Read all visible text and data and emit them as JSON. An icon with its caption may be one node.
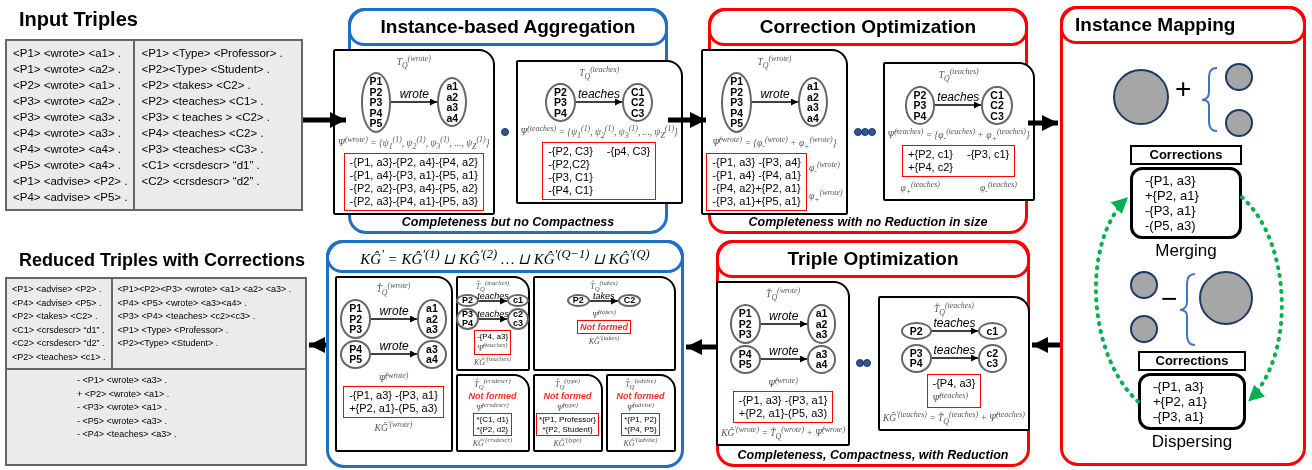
{
  "diagram": {
    "nodes": [
      {
        "text": [
          "Input Triples",
          "<P1> <wrote> <a1> .",
          "<P1> <wrote> <a2> .",
          "<P2> <wrote> <a1> .",
          "<P3> <wrote> <a2> .",
          "<P3> <wrote> <a3> .",
          "<P4> <wrote> <a3> .",
          "<P4> <wrote> <a4> .",
          "<P5> <wrote> <a4> .",
          "<P1> <advise> <P2> .",
          "<P4> <advise> <P5> .",
          "<P1> <Type> <Professor> .",
          "<P2><Type> <Student> .",
          "<P2> <takes> <C2> .",
          "<P2> <teaches> <C1> .",
          "<P3> < teaches > <C2> .",
          "<P4> <teaches> <C2> .",
          "<P3> <teaches> <C3> .",
          "<C1> <crsdescr> “d1” .",
          "<C2> <crsdescr> “d2” ."
        ]
      },
      {
        "text": [
          "Instance-based Aggregation",
          "Completeness but no Compactness"
        ]
      },
      {
        "text": [
          "T$_{Q}$$^{(wrote)}$",
          "Ψ$^{(wrote)}$ = {ψ$_{1}$$^{(1)}$, ψ$_{2}$$^{(1)}$, ψ$_{3}$$^{(1)}$, ..., ψ$_{Z}$$^{(1)}$}"
        ],
        "in": 1
      },
      {
        "text": [
          "P1",
          "P2",
          "P3",
          "P4",
          "P5"
        ],
        "in": 2
      },
      {
        "text": [
          "a1",
          "a2",
          "a3",
          "a4"
        ],
        "in": 2
      },
      {
        "text": [
          "-{P1, a3}-{P2, a4}-{P4, a2}",
          "-{P1, a4}-{P3, a1}-{P5, a1}",
          "-{P2, a2}-{P3, a4}-{P5, a2}",
          "-{P2, a3}-{P4, a1}-{P5, a3}"
        ],
        "in": 2
      },
      {
        "text": [
          "T$_{Q}$$^{(teaches)}$",
          "Ψ$^{(teaches)}$ = {ψ$_{1}$$^{(1)}$, ψ$_{2}$$^{(1)}$, ψ$_{3}$$^{(1)}$, ..., ψ$_{Z}$$^{(1)}$}"
        ],
        "in": 1
      },
      {
        "text": [
          "P2",
          "P3",
          "P4"
        ],
        "in": 6
      },
      {
        "text": [
          "C1",
          "C2",
          "C3"
        ],
        "in": 6
      },
      {
        "text": [
          "-{P2, C3}",
          "-{p4, C3}",
          "-{P2,C2}",
          "-{P3, C1}",
          "-{P4, C1}"
        ],
        "in": 6
      },
      {
        "text": [
          "Correction Optimization",
          "Completeness with no Reduction in size"
        ]
      },
      {
        "text": [
          "T$_{Q}$$^{(wrote)}$",
          "Ψ̂$^{(wrote)}$ = {φ$_{-}$$^{(wrote)}$ + φ$_{+}$$^{(wrote)}$}"
        ],
        "in": 10
      },
      {
        "text": [
          "P1",
          "P2",
          "P3",
          "P4",
          "P5"
        ],
        "in": 11
      },
      {
        "text": [
          "a1",
          "a2",
          "a3",
          "a4"
        ],
        "in": 11
      },
      {
        "text": [
          "-{P1, a3} -{P3, a4}",
          "-{P1, a4} -{P4, a1}",
          "-{P4, a2}+{P2, a1}",
          "-{P3, a1}+{P5, a1}"
        ],
        "beside": [
          "φ$_{-}$$^{(wrote)}$",
          "φ$_{+}$$^{(wrote)}$"
        ],
        "in": 11
      },
      {
        "text": [
          "T$_{Q}$$^{(teaches)}$",
          "Ψ̂$^{(teaches)}$ = {φ$_{-}$$^{(teaches)}$ + φ$_{+}$$^{(teaches)}$}"
        ],
        "in": 10
      },
      {
        "text": [
          "P2",
          "P3",
          "P4"
        ],
        "in": 15
      },
      {
        "text": [
          "C1",
          "C2",
          "C3"
        ],
        "in": 15
      },
      {
        "text": [
          "+{P2, c1}",
          "-{P3, c1}",
          "+{P4, c2}"
        ],
        "beside": [
          "φ$_{+}$$^{(teaches)}$",
          "φ$_{-}$$^{(teaches)}$"
        ],
        "in": 15
      },
      {
        "text": [
          "Instance Mapping"
        ]
      },
      {
        "text": [],
        "shape": "circle",
        "in": 19
      },
      {
        "text": [],
        "shape": "circle",
        "in": 19
      },
      {
        "text": [],
        "shape": "circle",
        "in": 19
      },
      {
        "text": [
          "Corrections",
          "-{P1, a3}",
          "+{P2, a1}",
          "-{P3, a1}",
          "-(P5, a3)"
        ],
        "beside": [
          "Merging"
        ],
        "in": 19
      },
      {
        "text": [],
        "shape": "circle",
        "in": 19
      },
      {
        "text": [],
        "shape": "circle",
        "in": 19
      },
      {
        "text": [],
        "shape": "circle",
        "in": 19
      },
      {
        "text": [
          "Corrections",
          "-{P1, a3}",
          "+{P2, a1}",
          "-{P3, a1}"
        ],
        "beside": [
          "Dispersing"
        ],
        "in": 19
      },
      {
        "text": [
          "Triple Optimization",
          "Completeness, Compactness, with Reduction"
        ]
      },
      {
        "text": [
          "T̂$_{Q}$$^{(wrote)}$",
          "Ψ̂$^{(wrote)}$",
          "KĜ$^{'(wrote)}$ = T̂$_{Q}$$^{(wrote)}$ + Ψ̂$^{(wrote)}$"
        ],
        "in": 28
      },
      {
        "text": [
          "P1",
          "P2",
          "P3"
        ],
        "in": 29
      },
      {
        "text": [
          "a1",
          "a2",
          "a3"
        ],
        "in": 29
      },
      {
        "text": [
          "P4",
          "P5"
        ],
        "in": 29
      },
      {
        "text": [
          "a3",
          "a4"
        ],
        "in": 29
      },
      {
        "text": [
          "-{P1, a3} -{P3, a1}",
          "+{P2, a1}-(P5, a3)"
        ],
        "in": 29
      },
      {
        "text": [
          "T̂$_{Q}$$^{(teaches)}$",
          "KĜ$^{'(teaches)}$ = T̂$_{Q}$$^{(teaches)}$ + Ψ̂$^{(teaches)}$"
        ],
        "in": 28
      },
      {
        "text": [
          "P2"
        ],
        "in": 35
      },
      {
        "text": [
          "c1"
        ],
        "in": 35
      },
      {
        "text": [
          "P3",
          "P4"
        ],
        "in": 35
      },
      {
        "text": [
          "c2",
          "c3"
        ],
        "in": 35
      },
      {
        "text": [
          "-{P4, a3}",
          "Ψ̂$^{(teaches)}$"
        ],
        "in": 35
      },
      {
        "text": [
          "KĜ$^{'}$ = KĜ$^{'(1)}$ ⊔ KĜ$^{'(2)}$ … ⊔ KĜ$^{'(Q−1)}$ ⊔ KĜ$^{'(Q)}$"
        ]
      },
      {
        "text": [
          "T̂$_{Q}$$^{(wrote)}$",
          "Ψ̂$^{(wrote)}$",
          "KĜ$^{'(wrote)}$"
        ],
        "in": 41
      },
      {
        "text": [
          "P1",
          "P2",
          "P3"
        ],
        "in": 42
      },
      {
        "text": [
          "a1",
          "a2",
          "a3"
        ],
        "in": 42
      },
      {
        "text": [
          "P4",
          "P5"
        ],
        "in": 42
      },
      {
        "text": [
          "a3",
          "a4"
        ],
        "in": 42
      },
      {
        "text": [
          "-{P1, a3} -{P3, a1}",
          "+{P2, a1}-(P5, a3)"
        ],
        "in": 42
      },
      {
        "text": [
          "T̂$_{Q}$$^{(teaches)}$",
          "KĜ$^{'(teaches)}$"
        ],
        "in": 41
      },
      {
        "text": [
          "P2"
        ],
        "in": 48
      },
      {
        "text": [
          "c1"
        ],
        "in": 48
      },
      {
        "text": [
          "P3",
          "P4"
        ],
        "in": 48
      },
      {
        "text": [
          "c2",
          "c3"
        ],
        "in": 48
      },
      {
        "text": [
          "-{P4, a3}",
          "Ψ̂$^{(teaches)}$"
        ],
        "in": 48
      },
      {
        "text": [
          "T̂$_{Q}$$^{(takes)}$",
          "Ψ̂$^{(takes)}$",
          "KĜ$^{'(takes)}$"
        ],
        "in": 41
      },
      {
        "text": [
          "P2"
        ],
        "in": 54
      },
      {
        "text": [
          "C2"
        ],
        "in": 54
      },
      {
        "text": [
          "Not formed"
        ],
        "in": 54
      },
      {
        "text": [
          "T̂$_{Q}$$^{(crsdescr)}$",
          "Not formed",
          "Ψ̂$^{(crsdescr)}$",
          "KĜ$^{'(crsdescr)}$"
        ],
        "in": 41
      },
      {
        "text": [
          "*{C1, d1}",
          "*{P2, d2}"
        ],
        "in": 58
      },
      {
        "text": [
          "T̂$_{Q}$$^{(type)}$",
          "Not formed",
          "Ψ̂$^{(type)}$",
          "KĜ$^{'(type)}$"
        ],
        "in": 41
      },
      {
        "text": [
          "*{P1, Professor}",
          "*{P2, Student}"
        ],
        "in": 60
      },
      {
        "text": [
          "T̂$_{Q}$$^{(advise)}$",
          "Not formed",
          "Ψ̂$^{(advise)}$",
          "KĜ$^{'(advise)}$"
        ],
        "in": 41
      },
      {
        "text": [
          "*{P1, P2}",
          "*{P4, P5}"
        ],
        "in": 62
      },
      {
        "text": [
          "Reduced Triples with Corrections",
          "<P1> <advise> <P2> .",
          "<P4> <advise> <P5> .",
          "<P2> <takes> <C2> .",
          "<C1> <crsdescr> “d1” .",
          "<C2> <crsdescr> “d2” .",
          "<P2>  <teaches> <c1> .",
          "<P1><P2><P3> <wrote> <a1> <a2> <a3> .",
          "<P4> <P5> <wrote> <a3><a4> .",
          "<P3> <P4>  <teaches> <c2><c3> .",
          "<P1> <Type> <Professor> .",
          "<P2><Type> <Student> .",
          "- <P1> <wrote> <a3> .",
          "+ <P2> <wrote> <a1> .",
          "- <P3> <wrote> <a1> .",
          "- <P5> <wrote> <a3> .",
          "- <P4>  <teaches> <a3> ."
        ]
      }
    ],
    "edges": [
      {
        "from": 0,
        "to": 1,
        "arrow": "to",
        "style": "thick"
      },
      {
        "from": 3,
        "to": 4,
        "arrow": "to",
        "label": "wrote"
      },
      {
        "from": 7,
        "to": 8,
        "arrow": "to",
        "label": "teaches"
      },
      {
        "from": 1,
        "to": 10,
        "arrow": "to",
        "style": "thick"
      },
      {
        "from": 12,
        "to": 13,
        "arrow": "to",
        "label": "wrote"
      },
      {
        "from": 16,
        "to": 17,
        "arrow": "to",
        "label": "teaches"
      },
      {
        "from": 10,
        "to": 19,
        "arrow": "to",
        "style": "thick"
      },
      {
        "from": 23,
        "to": 27,
        "arrow": "to",
        "style": "dashed",
        "color": "#00b050"
      },
      {
        "from": 27,
        "to": 23,
        "arrow": "to",
        "style": "dashed",
        "color": "#00b050"
      },
      {
        "from": 19,
        "to": 28,
        "arrow": "to",
        "style": "thick"
      },
      {
        "from": 30,
        "to": 31,
        "arrow": "to",
        "label": "wrote"
      },
      {
        "from": 32,
        "to": 33,
        "arrow": "to",
        "label": "wrote"
      },
      {
        "from": 36,
        "to": 37,
        "arrow": "to",
        "label": "teaches"
      },
      {
        "from": 38,
        "to": 39,
        "arrow": "to",
        "label": "teaches"
      },
      {
        "from": 28,
        "to": 41,
        "arrow": "to",
        "style": "thick"
      },
      {
        "from": 43,
        "to": 44,
        "arrow": "to",
        "label": "wrote"
      },
      {
        "from": 45,
        "to": 46,
        "arrow": "to",
        "label": "wrote"
      },
      {
        "from": 49,
        "to": 50,
        "arrow": "to",
        "label": "teaches"
      },
      {
        "from": 51,
        "to": 52,
        "arrow": "to",
        "label": "teaches"
      },
      {
        "from": 55,
        "to": 56,
        "arrow": "to",
        "label": "takes"
      },
      {
        "from": 41,
        "to": 64,
        "arrow": "to",
        "style": "thick"
      }
    ],
    "labels": [
      "+",
      "−"
    ]
  }
}
